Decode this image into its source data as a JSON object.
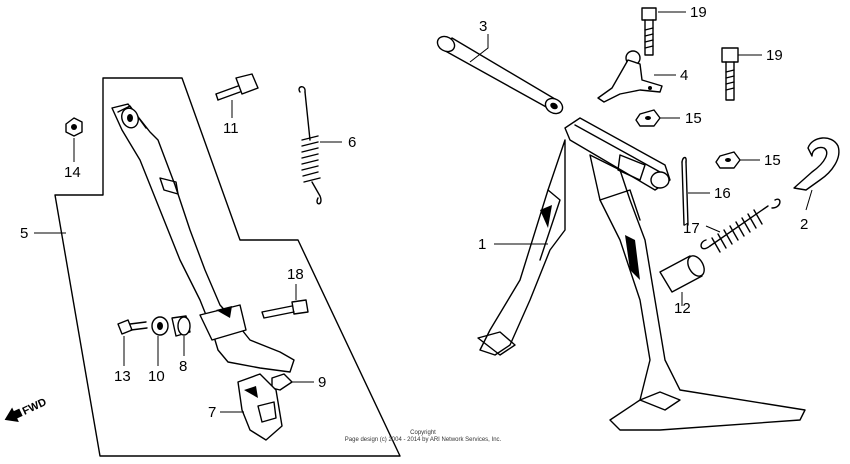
{
  "callouts": {
    "p1": "1",
    "p2": "2",
    "p3": "3",
    "p4": "4",
    "p5": "5",
    "p6": "6",
    "p7": "7",
    "p8": "8",
    "p9": "9",
    "p10": "10",
    "p11": "11",
    "p12": "12",
    "p13": "13",
    "p14": "14",
    "p15a": "15",
    "p15b": "15",
    "p16": "16",
    "p17": "17",
    "p18": "18",
    "p19a": "19",
    "p19b": "19"
  },
  "fwd_label": "FWD",
  "copyright": {
    "line1": "Copyright",
    "line2": "Page design (c) 2004 - 2014 by ARI Network Services, Inc."
  }
}
